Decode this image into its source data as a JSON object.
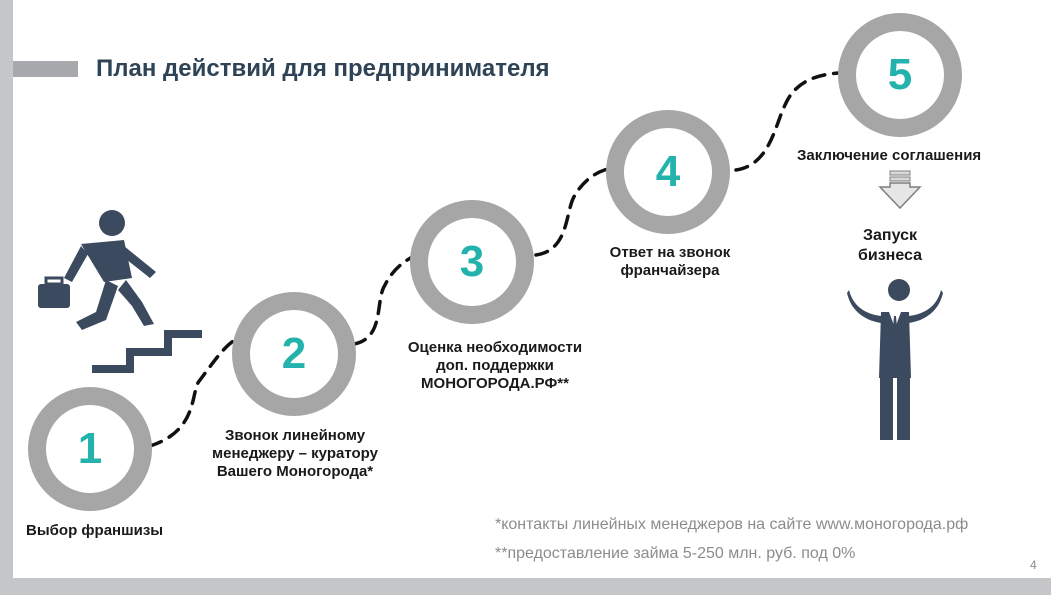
{
  "title": "План действий для предпринимателя",
  "steps": [
    {
      "number": "1",
      "label": "Выбор франшизы"
    },
    {
      "number": "2",
      "label_lines": [
        "Звонок линейному",
        "менеджеру – куратору",
        "Вашего Моногорода*"
      ]
    },
    {
      "number": "3",
      "label_lines": [
        "Оценка необходимости",
        "доп. поддержки",
        "МОНОГОРОДА.РФ**"
      ]
    },
    {
      "number": "4",
      "label_lines": [
        "Ответ на звонок",
        "франчайзера"
      ]
    },
    {
      "number": "5",
      "label": "Заключение соглашения"
    }
  ],
  "launch_lines": [
    "Запуск",
    "бизнеса"
  ],
  "footnotes": {
    "one": "*контакты линейных менеджеров на сайте www.моногорода.рф",
    "two": "**предоставление займа 5-250 млн. руб. под 0%"
  },
  "page_number": "4",
  "colors": {
    "accent": "#23b3ac",
    "ring": "#a6a6a6",
    "title": "#2e4355",
    "figure": "#3b4a5e"
  },
  "icons": [
    "person-climbing-stairs-icon",
    "down-arrow-icon",
    "businessman-celebrating-icon"
  ]
}
